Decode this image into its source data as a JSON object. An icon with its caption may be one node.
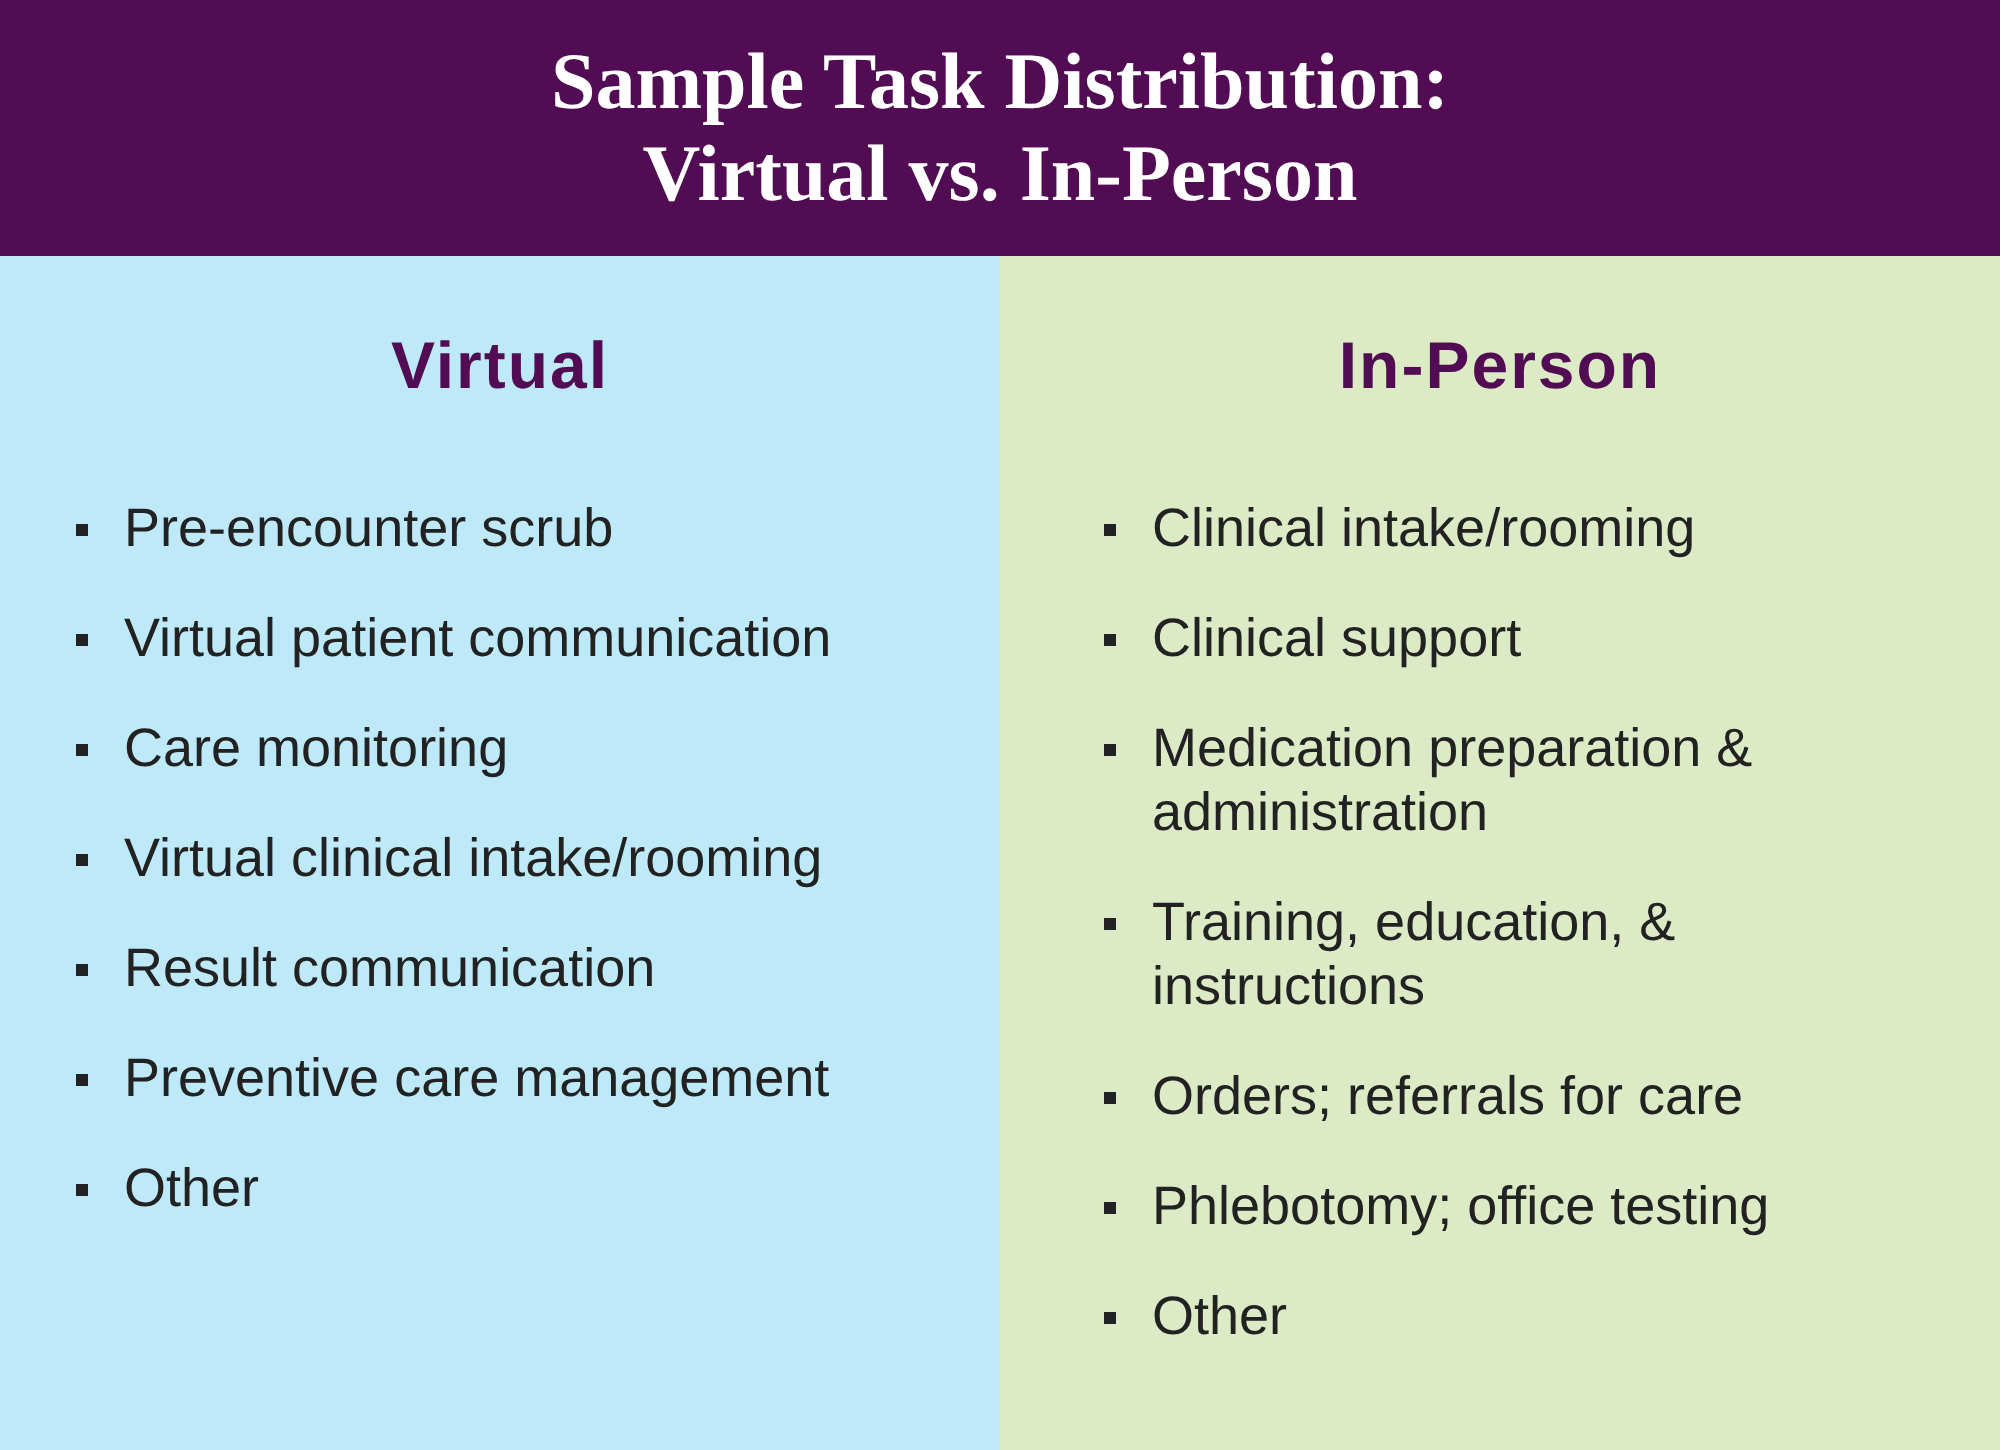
{
  "diagram": {
    "title": "Sample Task Distribution: Virtual vs. In-Person",
    "nodes": [
      {
        "text": [
          "Virtual",
          "Pre-encounter scrub",
          "Virtual patient communication",
          "Care monitoring",
          "Virtual clinical intake/rooming",
          "Result communication",
          "Preventive care management",
          "Other"
        ]
      },
      {
        "text": [
          "In-Person",
          "Clinical intake/rooming",
          "Clinical support",
          "Medication preparation & administration",
          "Training, education, & instructions",
          "Orders; referrals for care",
          "Phlebotomy; office testing",
          "Other"
        ]
      }
    ],
    "edges": []
  }
}
